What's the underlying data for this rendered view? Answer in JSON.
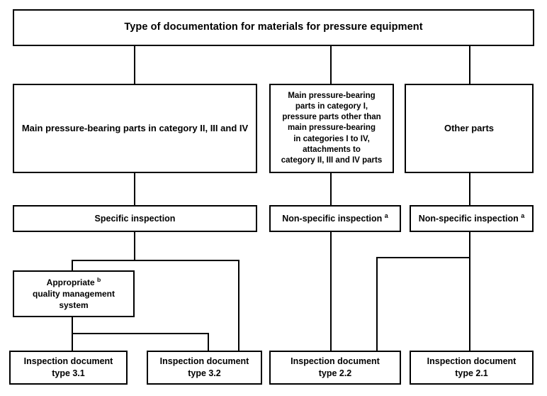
{
  "diagram": {
    "title": "Type of documentation for materials for pressure equipment",
    "nodes": {
      "root": {
        "label": "Type of documentation for materials for pressure equipment"
      },
      "main_parts_cat_234": {
        "label": "Main pressure-bearing parts in category II, III and IV"
      },
      "main_parts_cat_1": {
        "lines": [
          "Main pressure-bearing",
          "parts in category I,",
          "pressure parts other than",
          "main pressure-bearing",
          "in categories I to IV,",
          "attachments to",
          "category II, III and IV parts"
        ],
        "line1": "Main pressure-bearing",
        "line2": "parts in category I,",
        "line3": "pressure parts other than",
        "line4": "main pressure-bearing",
        "line5": "in categories I to IV,",
        "line6": "attachments to",
        "line7": "category II, III and IV parts"
      },
      "other_parts": {
        "label": "Other parts"
      },
      "specific_inspection": {
        "label": "Specific inspection"
      },
      "non_specific_inspection_center": {
        "label": "Non-specific inspection",
        "footnote": "a"
      },
      "non_specific_inspection_right": {
        "label": "Non-specific inspection",
        "footnote": "a"
      },
      "quality_management_system": {
        "line1": "Appropriate",
        "footnote": "b",
        "line2": "quality management",
        "line3": "system"
      },
      "doc_31": {
        "line1": "Inspection document",
        "line2": "type 3.1"
      },
      "doc_32": {
        "line1": "Inspection document",
        "line2": "type 3.2"
      },
      "doc_22": {
        "line1": "Inspection document",
        "line2": "type 2.2"
      },
      "doc_21": {
        "line1": "Inspection document",
        "line2": "type 2.1"
      }
    },
    "colors": {
      "line": "#000000",
      "box_border": "#000000",
      "box_fill": "#ffffff",
      "text": "#000000",
      "background": "#ffffff"
    }
  }
}
